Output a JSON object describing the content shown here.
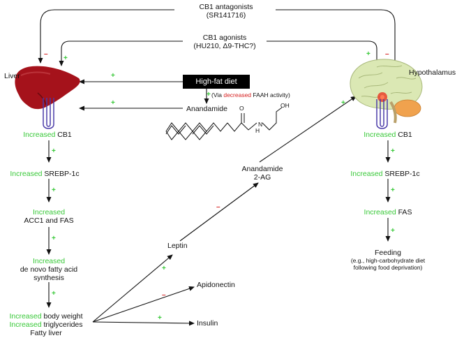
{
  "top": {
    "antagonists": {
      "label": "CB1 antagonists",
      "example": "(SR141716)"
    },
    "agonists": {
      "label": "CB1 agonists",
      "example": "(HU210, Δ9-THC?)"
    }
  },
  "liver": {
    "label": "Liver"
  },
  "hypothalamus": {
    "label": "Hypothalamus"
  },
  "diet": {
    "label": "High-fat diet",
    "note_prefix": "(Via",
    "note_red": "decreased",
    "note_suffix": "FAAH activity)",
    "anandamide": "Anandamide"
  },
  "molecule": {
    "o": "O",
    "oh": "OH",
    "h": "H",
    "n": "N"
  },
  "left_column": {
    "step1": {
      "increased": "Increased",
      "rest": "CB1"
    },
    "step2": {
      "increased": "Increased",
      "rest": "SREBP-1c"
    },
    "step3": {
      "increased": "Increased",
      "rest": "ACC1 and FAS"
    },
    "step4": {
      "increased": "Increased",
      "rest1": "de novo fatty acid",
      "rest2": "synthesis"
    },
    "step5": {
      "increased_a": "Increased",
      "rest_a": "body weight",
      "increased_b": "Increased",
      "rest_b": "triglycerides",
      "rest_c": "Fatty liver"
    }
  },
  "middle": {
    "leptin": "Leptin",
    "apidonectin": "Apidonectin",
    "insulin": "Insulin",
    "ligands1": "Anandamide",
    "ligands2": "2-AG"
  },
  "right_column": {
    "step1": {
      "increased": "Increased",
      "rest": "CB1"
    },
    "step2": {
      "increased": "Increased",
      "rest": "SREBP-1c"
    },
    "step3": {
      "increased": "Increased",
      "rest": "FAS"
    },
    "step4": {
      "title": "Feeding",
      "note1": "(e.g., high-carbohydrate diet",
      "note2": "following food deprivation)"
    }
  },
  "signs": {
    "plus": "+",
    "minus": "–"
  },
  "colors": {
    "plus": "#37c837",
    "minus": "#d62020",
    "liver": "#a5121b",
    "brain": "#dbe8b4",
    "cerebellum": "#f0a24e",
    "receptor": "#4a3ba8"
  }
}
